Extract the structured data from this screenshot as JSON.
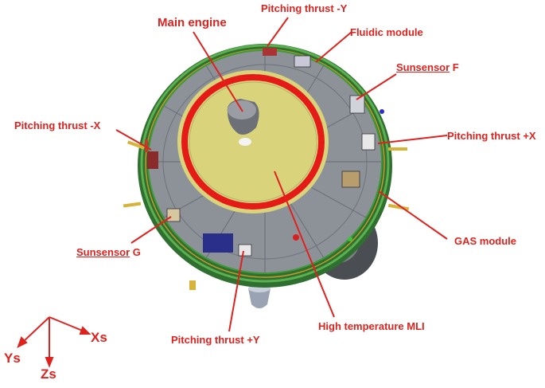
{
  "figure": {
    "labels": {
      "main_engine": "Main engine",
      "pitching_thrust_neg_y": "Pitching thrust -Y",
      "fluidic_module": "Fluidic module",
      "sunsensor_f_name": "Sunsensor",
      "sunsensor_f_letter": " F",
      "pitching_thrust_neg_x": "Pitching thrust -X",
      "pitching_thrust_pos_x": "Pitching thrust +X",
      "gas_module": "GAS module",
      "sunsensor_g_name": "Sunsensor",
      "sunsensor_g_letter": " G",
      "pitching_thrust_pos_y": "Pitching thrust +Y",
      "high_temperature_mli": "High temperature MLI"
    },
    "axes": {
      "xs": "Xs",
      "ys": "Ys",
      "zs": "Zs"
    },
    "colors": {
      "label_red": "#e0221e",
      "deck_gray": "#8d9198",
      "rim_green": "#3f9a3a",
      "mli_yellow": "#d9d47c",
      "ring_red": "#e41b17"
    }
  }
}
